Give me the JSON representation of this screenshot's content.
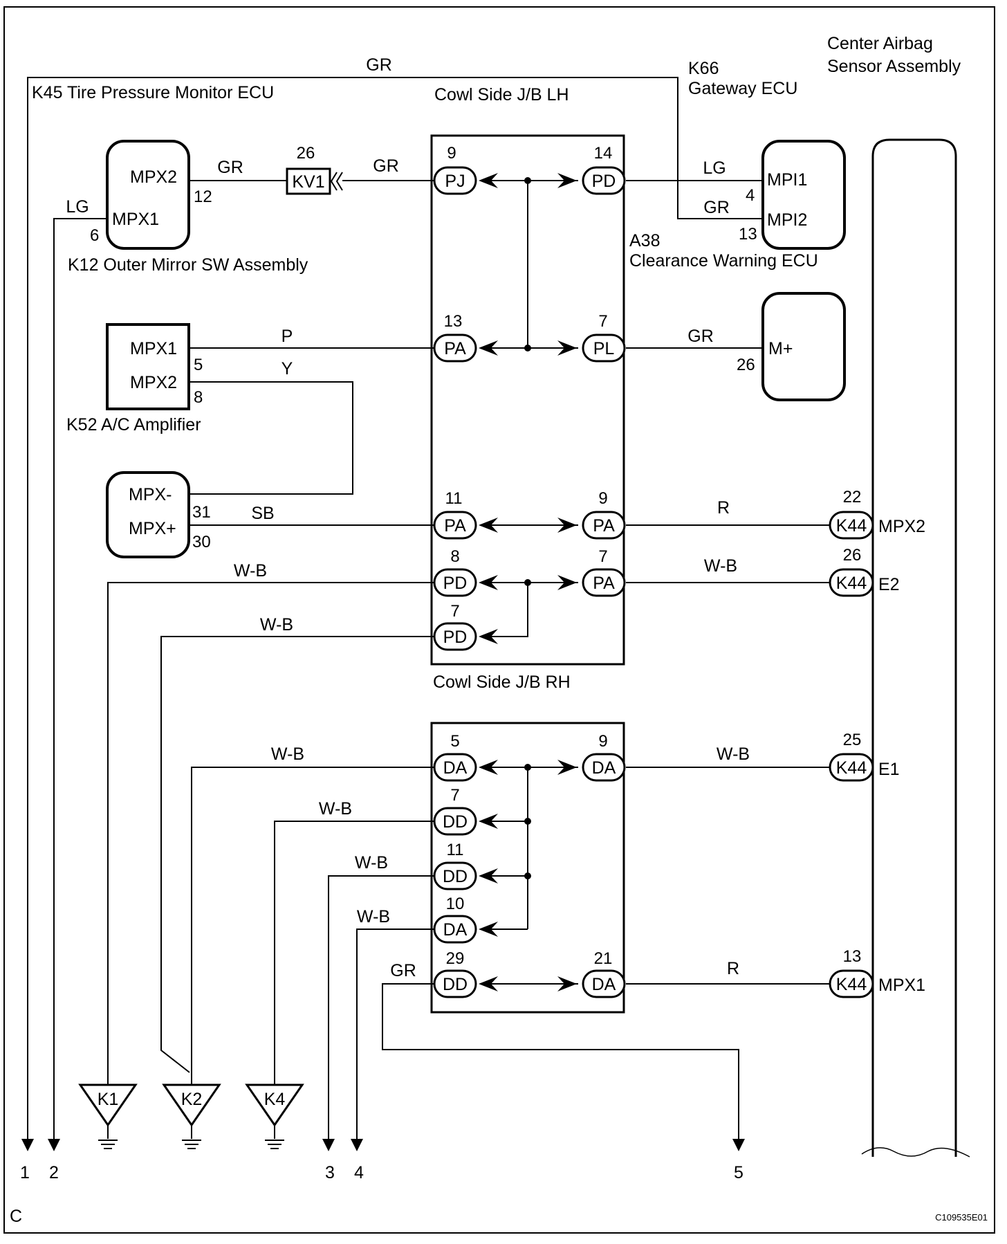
{
  "diagram_code": "C109535E01",
  "section_letter": "C",
  "components": {
    "tire_pressure_ecu": "K45 Tire Pressure Monitor ECU",
    "cowl_lh": "Cowl Side J/B LH",
    "cowl_rh": "Cowl Side J/B RH",
    "gateway_code": "K66",
    "gateway_name": "Gateway ECU",
    "airbag_line1": "Center Airbag",
    "airbag_line2": "Sensor Assembly",
    "outer_mirror": "K12 Outer Mirror SW Assembly",
    "clearance_code": "A38",
    "clearance_name": "Clearance Warning ECU",
    "ac_amplifier": "K52 A/C Amplifier"
  },
  "terminals": {
    "mpx1": "MPX1",
    "mpx2": "MPX2",
    "mpx_minus": "MPX-",
    "mpx_plus": "MPX+",
    "mpi1": "MPI1",
    "mpi2": "MPI2",
    "m_plus": "M+",
    "e1": "E1",
    "e2": "E2"
  },
  "wire_colors": {
    "gr": "GR",
    "lg": "LG",
    "p": "P",
    "y": "Y",
    "sb": "SB",
    "r": "R",
    "wb": "W-B"
  },
  "connectors": {
    "pj": "PJ",
    "pd": "PD",
    "pa": "PA",
    "pl": "PL",
    "da": "DA",
    "dd": "DD",
    "k44": "K44",
    "kv1": "KV1"
  },
  "grounds": [
    "K1",
    "K2",
    "K4"
  ],
  "outputs": [
    "1",
    "2",
    "3",
    "4",
    "5"
  ],
  "pins": {
    "kv1": "26",
    "mirror_mpx2": "12",
    "mirror_mpx1": "6",
    "lh_pj": "9",
    "lh_pd_top": "14",
    "gw_mpi1": "4",
    "gw_mpi2": "13",
    "lh_pa_13": "13",
    "lh_pl": "7",
    "clr_mplus": "26",
    "ac_mpx1": "5",
    "ac_mpx2": "8",
    "tp_mpxm": "31",
    "tp_mpxp": "30",
    "lh_pa_11": "11",
    "lh_pa_9": "9",
    "k44_mpx2": "22",
    "lh_pd_8": "8",
    "lh_pa_7": "7",
    "k44_e2": "26",
    "lh_pd_7": "7",
    "rh_da_5": "5",
    "rh_da_9": "9",
    "k44_e1": "25",
    "rh_dd_7": "7",
    "rh_dd_11": "11",
    "rh_da_10": "10",
    "rh_dd_29": "29",
    "rh_da_21": "21",
    "k44_mpx1": "13"
  }
}
